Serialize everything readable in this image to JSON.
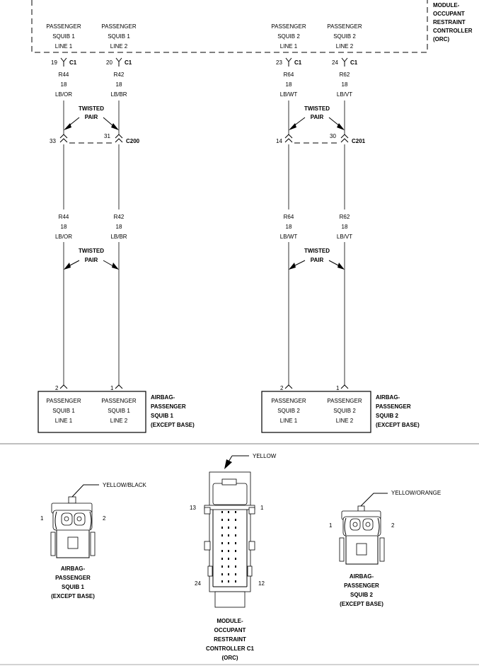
{
  "orc": {
    "name": [
      "MODULE-",
      "OCCUPANT",
      "RESTRAINT",
      "CONTROLLER",
      "(ORC)"
    ],
    "circuits": [
      {
        "lines": [
          "PASSENGER",
          "SQUIB 1",
          "LINE 1"
        ],
        "pin": "19",
        "conn": "C1"
      },
      {
        "lines": [
          "PASSENGER",
          "SQUIB 1",
          "LINE 2"
        ],
        "pin": "20",
        "conn": "C1"
      },
      {
        "lines": [
          "PASSENGER",
          "SQUIB 2",
          "LINE 1"
        ],
        "pin": "23",
        "conn": "C1"
      },
      {
        "lines": [
          "PASSENGER",
          "SQUIB 2",
          "LINE 2"
        ],
        "pin": "24",
        "conn": "C1"
      }
    ]
  },
  "wires_top": [
    {
      "circuit": "R44",
      "gauge": "18",
      "color": "LB/OR"
    },
    {
      "circuit": "R42",
      "gauge": "18",
      "color": "LB/BR"
    },
    {
      "circuit": "R64",
      "gauge": "18",
      "color": "LB/WT"
    },
    {
      "circuit": "R62",
      "gauge": "18",
      "color": "LB/VT"
    }
  ],
  "wires_bottom": [
    {
      "circuit": "R44",
      "gauge": "18",
      "color": "LB/OR"
    },
    {
      "circuit": "R42",
      "gauge": "18",
      "color": "LB/BR"
    },
    {
      "circuit": "R64",
      "gauge": "18",
      "color": "LB/WT"
    },
    {
      "circuit": "R62",
      "gauge": "18",
      "color": "LB/VT"
    }
  ],
  "twisted_pair": [
    "TWISTED",
    "PAIR"
  ],
  "inline_connectors": [
    {
      "name": "C200",
      "pin_left": "33",
      "pin_right": "31"
    },
    {
      "name": "C201",
      "pin_left": "14",
      "pin_right": "30"
    }
  ],
  "squibs": [
    {
      "name": [
        "AIRBAG-",
        "PASSENGER",
        "SQUIB 1",
        "(EXCEPT BASE)"
      ],
      "pins": [
        "2",
        "1"
      ],
      "cells": [
        [
          "PASSENGER",
          "SQUIB 1",
          "LINE 1"
        ],
        [
          "PASSENGER",
          "SQUIB 1",
          "LINE 2"
        ]
      ]
    },
    {
      "name": [
        "AIRBAG-",
        "PASSENGER",
        "SQUIB 2",
        "(EXCEPT BASE)"
      ],
      "pins": [
        "2",
        "1"
      ],
      "cells": [
        [
          "PASSENGER",
          "SQUIB 2",
          "LINE 1"
        ],
        [
          "PASSENGER",
          "SQUIB 2",
          "LINE 2"
        ]
      ]
    }
  ],
  "connector_views": [
    {
      "name": [
        "AIRBAG-",
        "PASSENGER",
        "SQUIB 1",
        "(EXCEPT BASE)"
      ],
      "color": "YELLOW/BLACK",
      "pins": [
        "1",
        "2"
      ]
    },
    {
      "name": [
        "MODULE-",
        "OCCUPANT",
        "RESTRAINT",
        "CONTROLLER C1",
        "(ORC)"
      ],
      "color": "YELLOW",
      "pins": [
        "13",
        "1",
        "24",
        "12"
      ]
    },
    {
      "name": [
        "AIRBAG-",
        "PASSENGER",
        "SQUIB 2",
        "(EXCEPT BASE)"
      ],
      "color": "YELLOW/ORANGE",
      "pins": [
        "1",
        "2"
      ]
    }
  ]
}
